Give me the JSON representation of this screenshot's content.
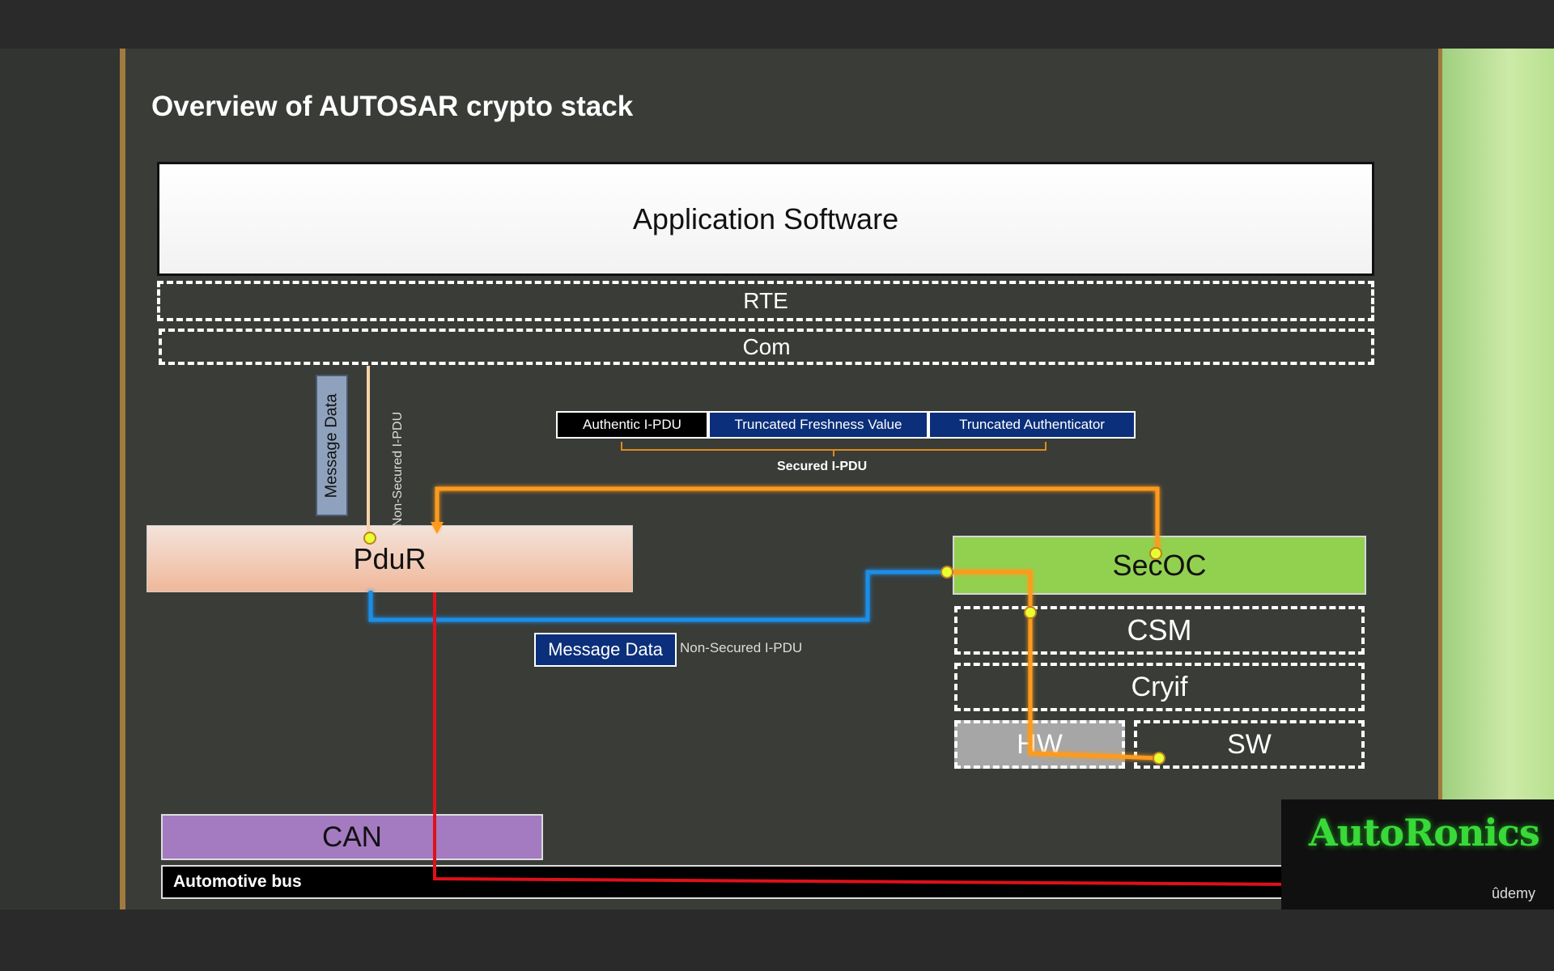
{
  "slide": {
    "title": "Overview of AUTOSAR crypto stack",
    "application": "Application Software",
    "rte": "RTE",
    "com": "Com",
    "message_data_vertical": "Message Data",
    "non_secured_vertical": "Non-Secured I-PDU",
    "secured_pdu": {
      "segments": [
        "Authentic I-PDU",
        "Truncated Freshness Value",
        "Truncated Authenticator"
      ],
      "label": "Secured I-PDU"
    },
    "pdur": "PduR",
    "secoc": "SecOC",
    "csm": "CSM",
    "cryif": "Cryif",
    "hw": "HW",
    "sw": "SW",
    "message_data": "Message Data",
    "non_secured": "Non-Secured I-PDU",
    "can": "CAN",
    "bus": "Automotive bus"
  },
  "logo": {
    "brand": "AutoRonics",
    "platform": "ûdemy"
  },
  "colors": {
    "secured_path": "#ff9a1f",
    "non_secured_path": "#1c8ee6",
    "bus_path": "#e0101a",
    "node": "#e8ff30"
  }
}
